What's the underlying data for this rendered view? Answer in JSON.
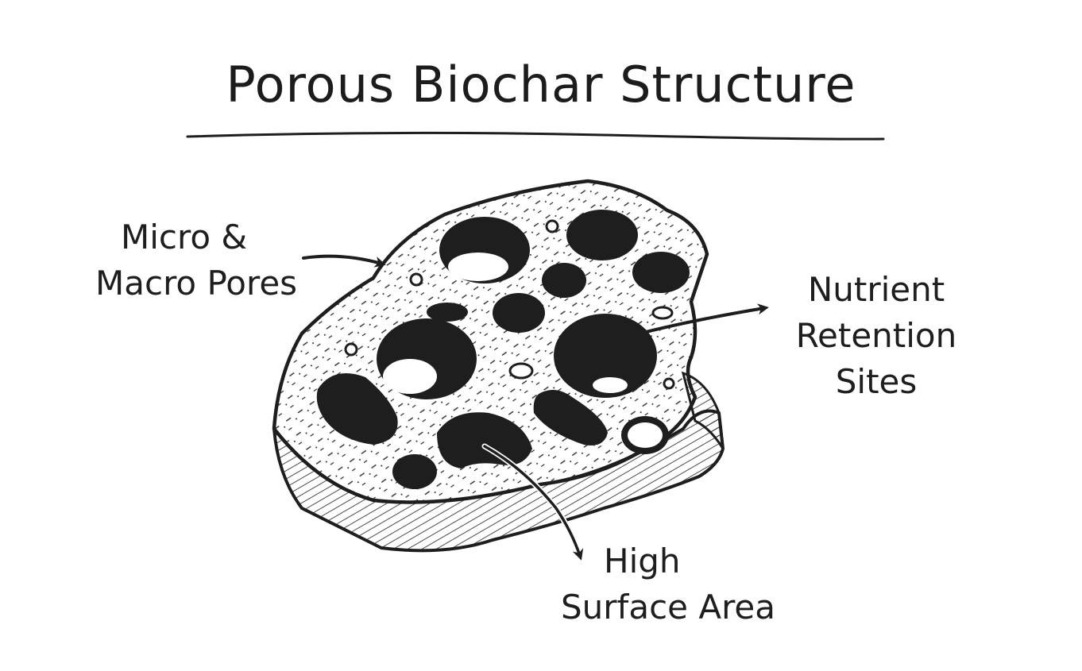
{
  "title": "Porous Biochar Structure",
  "labels": {
    "pores": {
      "line1": "Micro &",
      "line2": "Macro Pores"
    },
    "nutrient": {
      "line1": "Nutrient",
      "line2": "Retention",
      "line3": "Sites"
    },
    "area": {
      "line1": "High",
      "line2": "Surface Area"
    }
  },
  "colors": {
    "ink": "#1e1e1e",
    "background": "#ffffff"
  }
}
